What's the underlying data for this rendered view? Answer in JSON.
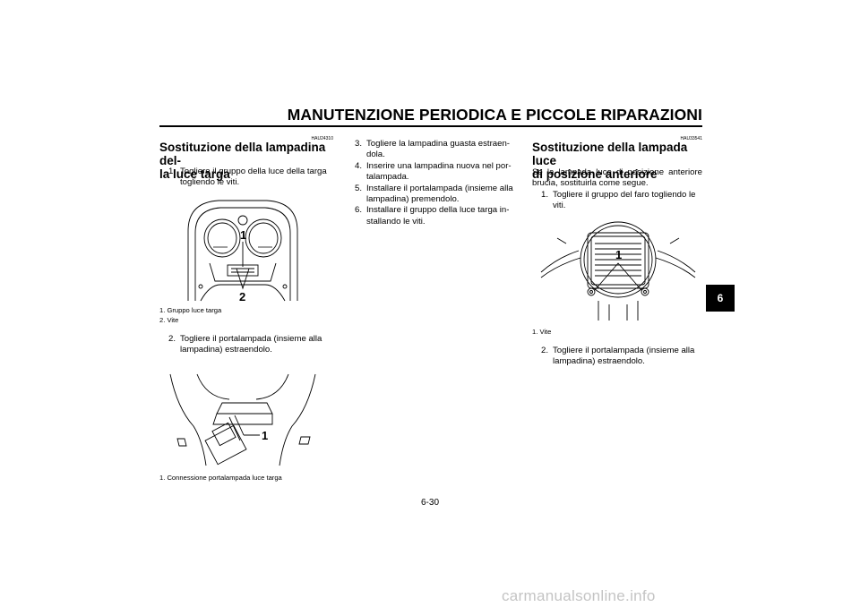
{
  "header": {
    "title": "MANUTENZIONE PERIODICA E PICCOLE RIPARAZIONI"
  },
  "col1": {
    "code": "HAU24310",
    "heading": [
      "Sostituzione della lampadina del-",
      "la luce targa"
    ],
    "step1": {
      "num": "1.",
      "text": "Togliere il gruppo della luce della targa togliendo le viti."
    },
    "fig1": {
      "callouts": [
        "1",
        "2"
      ],
      "captions": [
        "1. Gruppo luce targa",
        "2. Vite"
      ]
    },
    "step2": {
      "num": "2.",
      "text": "Togliere il portalampada (insieme alla lampadina) estraendolo."
    },
    "fig2": {
      "callouts": [
        "1"
      ],
      "captions": [
        "1. Connessione portalampada luce targa"
      ]
    }
  },
  "col2": {
    "steps": [
      {
        "num": "3.",
        "text": "Togliere la lampadina guasta estraen-dola."
      },
      {
        "num": "4.",
        "text": "Inserire una lampadina nuova nel por-talampada."
      },
      {
        "num": "5.",
        "text": "Installare il portalampada (insieme alla lampadina) premendolo."
      },
      {
        "num": "6.",
        "text": "Installare il gruppo della luce targa in-stallando le viti."
      }
    ]
  },
  "col3": {
    "code": "HAU33541",
    "heading": [
      "Sostituzione della lampada luce",
      "di posizione anteriore"
    ],
    "intro": "Se la lampada luce di posizione anteriore brucia, sostituirla come segue.",
    "step1": {
      "num": "1.",
      "text": "Togliere il gruppo del faro togliendo le viti."
    },
    "fig3": {
      "callouts": [
        "1"
      ],
      "captions": [
        "1. Vite"
      ]
    },
    "step2": {
      "num": "2.",
      "text": "Togliere il portalampada (insieme alla lampadina) estraendolo."
    }
  },
  "side_tab": "6",
  "page_number": "6-30",
  "watermark": "carmanualsonline.info"
}
